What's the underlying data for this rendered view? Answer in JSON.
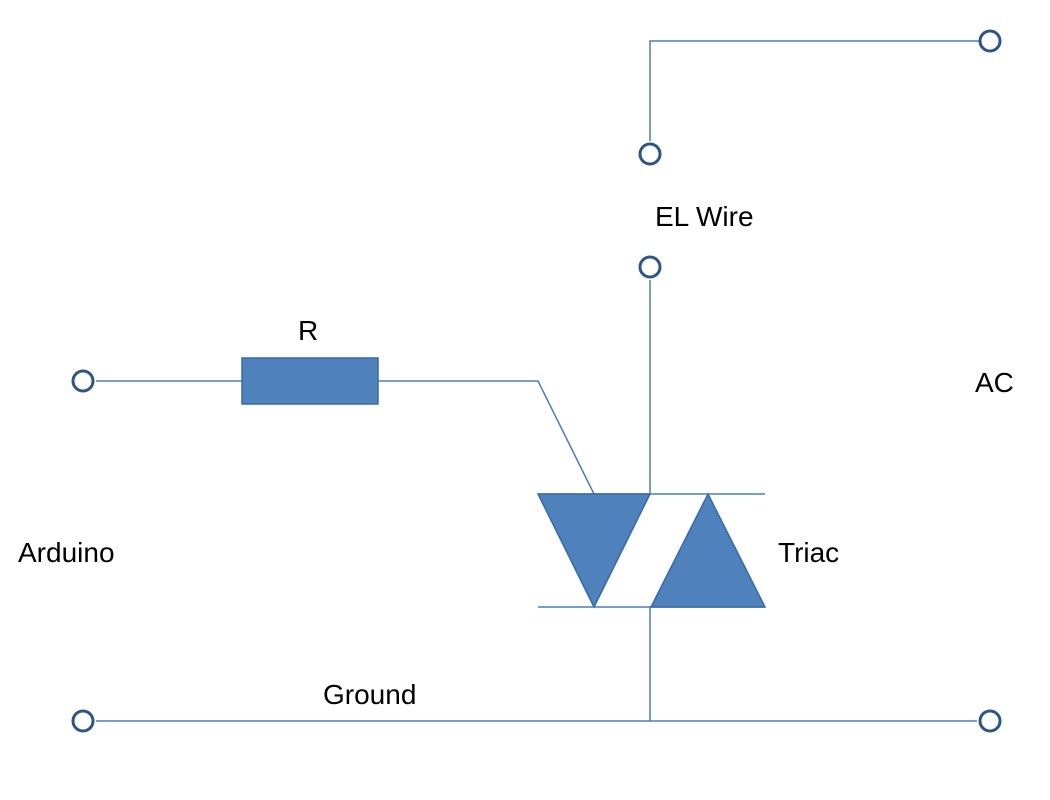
{
  "labels": {
    "el_wire": "EL Wire",
    "resistor": "R",
    "ac": "AC",
    "arduino": "Arduino",
    "triac": "Triac",
    "ground": "Ground"
  },
  "colors": {
    "wire": "#4a7ebb",
    "component_fill": "#4f81bd",
    "component_stroke": "#3a6aa6",
    "terminal_stroke": "#2e5588"
  }
}
